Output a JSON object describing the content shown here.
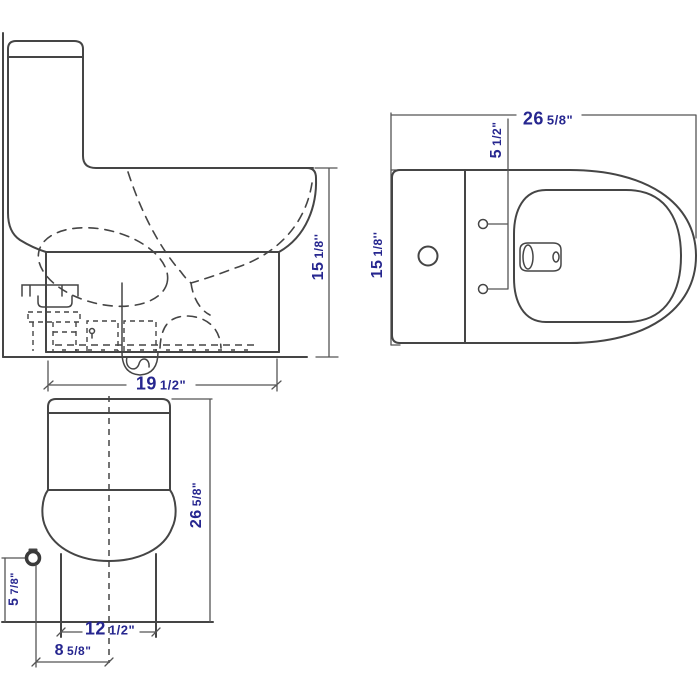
{
  "colors": {
    "background": "#ffffff",
    "line": "#454545",
    "dim_line": "#555555",
    "dimension_text": "#26268f"
  },
  "drawing": {
    "description_views": [
      "side-view",
      "top-view",
      "front-view"
    ],
    "icons": [
      "supply-valve-icon",
      "flush-button-icon",
      "seat-hinge-bolts",
      "trap-outlet"
    ]
  },
  "dimensions": {
    "side_height": {
      "big": "15",
      "small": "1/8''"
    },
    "side_depth": {
      "big": "19",
      "small": "1/2\""
    },
    "top_width": {
      "big": "26",
      "small": "5/8\""
    },
    "top_bolt_spacing": {
      "big": "5",
      "small": "1/2\""
    },
    "top_depth": {
      "big": "15",
      "small": "1/8''"
    },
    "front_height": {
      "big": "26",
      "small": "5/8\""
    },
    "front_base_width": {
      "big": "12",
      "small": "1/2\""
    },
    "front_supply_offset": {
      "big": "8",
      "small": "5/8\""
    },
    "front_supply_height": {
      "big": "5",
      "small": "7/8\""
    }
  }
}
